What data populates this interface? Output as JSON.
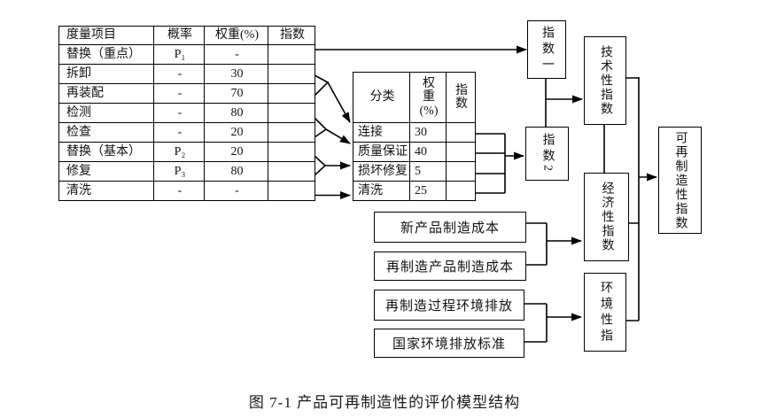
{
  "figure": {
    "caption": "图 7-1 产品可再制造性的评价模型结构"
  },
  "metrics_table": {
    "headers": [
      "度量项目",
      "概率",
      "权重(%)",
      "指数"
    ],
    "rows": [
      [
        "替换（重点）",
        "P₁",
        "-",
        ""
      ],
      [
        "拆卸",
        "-",
        "30",
        ""
      ],
      [
        "再装配",
        "-",
        "70",
        ""
      ],
      [
        "检测",
        "-",
        "80",
        ""
      ],
      [
        "检查",
        "-",
        "20",
        ""
      ],
      [
        "替换（基本）",
        "P₂",
        "20",
        ""
      ],
      [
        "修复",
        "P₃",
        "80",
        ""
      ],
      [
        "清洗",
        "-",
        "-",
        ""
      ]
    ]
  },
  "category_table": {
    "headers": [
      "分类",
      "权\n重\n(%)",
      "指\n数"
    ],
    "rows": [
      [
        "连接",
        "30",
        ""
      ],
      [
        "质量保证",
        "40",
        ""
      ],
      [
        "损坏修复",
        "5",
        ""
      ],
      [
        "清洗",
        "25",
        ""
      ]
    ]
  },
  "boxes": {
    "index1": "指数一",
    "index2": "指数2",
    "technical": "技术性指数",
    "economic": "经济性指数",
    "environmental": "环境性指",
    "remanufacturability": "可再制造性指数",
    "new_product_cost": "新产品制造成本",
    "reman_product_cost": "再制造产品制造成本",
    "reman_process_emission": "再制造过程环境排放",
    "national_emission_standard": "国家环境排放标准"
  },
  "colors": {
    "line": "#000000",
    "text": "#111111",
    "background": "#ffffff"
  }
}
